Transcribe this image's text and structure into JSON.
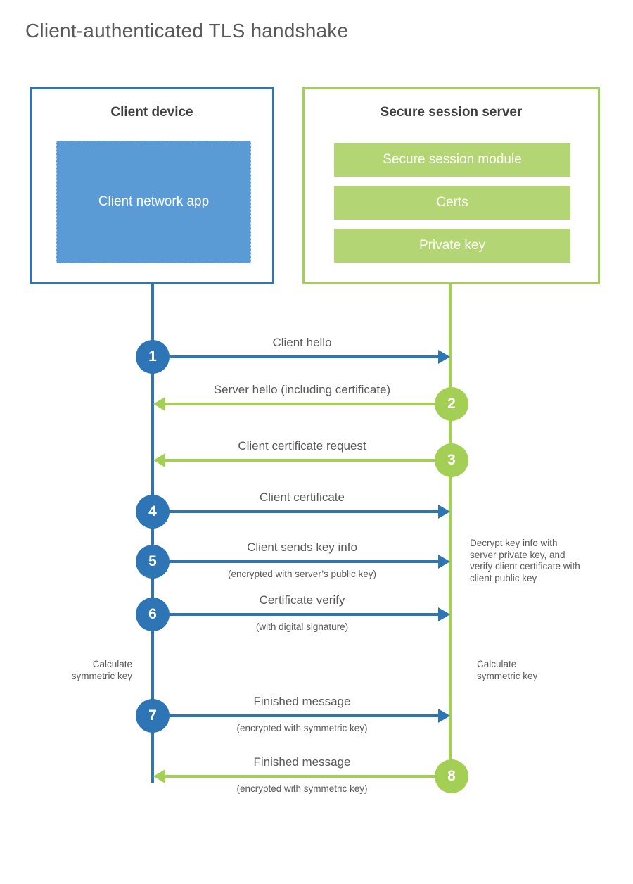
{
  "title": "Client-authenticated TLS handshake",
  "colors": {
    "blue_primary": "#2e75b6",
    "blue_fill": "#5b9bd5",
    "green_primary": "#a4cf55",
    "green_fill": "#b3d573",
    "heading_text": "#3f3f3f",
    "label_text": "#595959"
  },
  "client": {
    "heading": "Client device",
    "module": "Client network app"
  },
  "server": {
    "heading": "Secure session server",
    "modules": [
      "Secure session module",
      "Certs",
      "Private key"
    ]
  },
  "steps": [
    {
      "num": "1",
      "label": "Client hello",
      "sub": "",
      "direction": "client-to-server"
    },
    {
      "num": "2",
      "label": "Server hello (including certificate)",
      "sub": "",
      "direction": "server-to-client"
    },
    {
      "num": "3",
      "label": "Client certificate request",
      "sub": "",
      "direction": "server-to-client"
    },
    {
      "num": "4",
      "label": "Client certificate",
      "sub": "",
      "direction": "client-to-server"
    },
    {
      "num": "5",
      "label": "Client sends key info",
      "sub": "(encrypted with server’s public key)",
      "direction": "client-to-server"
    },
    {
      "num": "6",
      "label": "Certificate verify",
      "sub": "(with digital signature)",
      "direction": "client-to-server"
    },
    {
      "num": "7",
      "label": "Finished message",
      "sub": "(encrypted with symmetric key)",
      "direction": "client-to-server"
    },
    {
      "num": "8",
      "label": "Finished message",
      "sub": "(encrypted with symmetric key)",
      "direction": "server-to-client"
    }
  ],
  "notes": {
    "decrypt": "Decrypt key info with server private key, and verify client certificate with client public key",
    "calc_left": "Calculate symmetric key",
    "calc_right": "Calculate symmetric key"
  }
}
